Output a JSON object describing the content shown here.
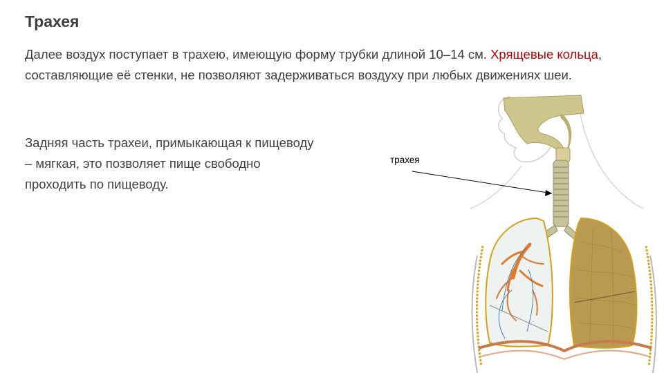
{
  "slide": {
    "title": "Трахея",
    "paragraph1": {
      "lead": "Далее воздух поступает в трахею, имеющую форму трубки длиной 10–14 см. ",
      "highlight": "Хрящевые кольца",
      "tail": ", составляющие её стенки, не позволяют задерживаться воздуху при любых движениях шеи."
    },
    "paragraph2": "Задняя часть трахеи, примыкающая к пищеводу – мягкая, это позволяет пище свободно проходить по пищеводу.",
    "figure": {
      "callout_label": "трахея"
    }
  },
  "colors": {
    "highlight": "#c00000",
    "text": "#404040",
    "airway": "#c9c28a",
    "lung": "#b89a52",
    "bronchi": "#e07a2a",
    "membrane": "#d4a017",
    "rib_line": "#c97a4a"
  }
}
